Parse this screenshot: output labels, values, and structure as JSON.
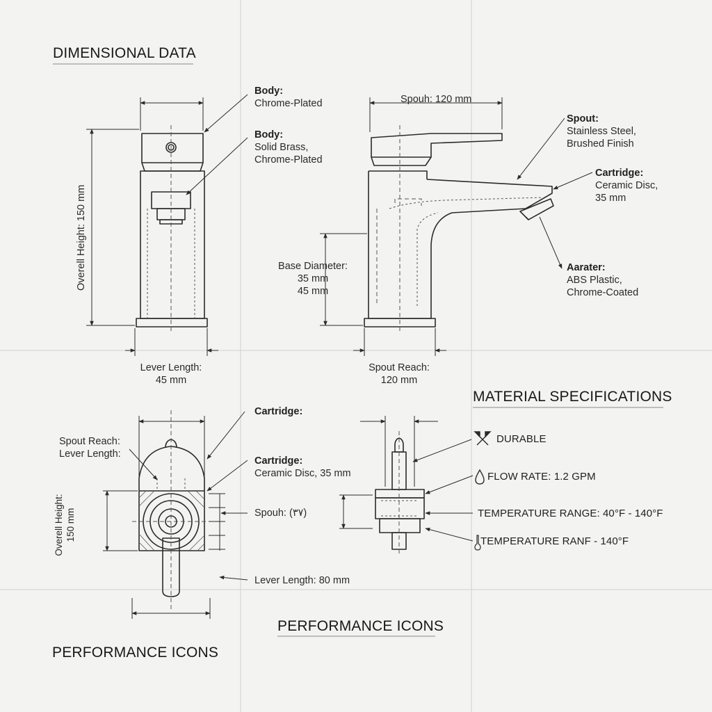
{
  "headings": {
    "dimensional_data": "DIMENSIONAL DATA",
    "material_specifications": "MATERIAL SPECIFICATIONS",
    "performance_icons_center": "PERFORMANCE ICONS",
    "performance_icons_left": "PERFORMANCE ICONS"
  },
  "front_view": {
    "overall_height": "Overell Height: 150 mm",
    "body_1": {
      "title": "Body:",
      "lines": [
        "Chrome-Plated"
      ]
    },
    "body_2": {
      "title": "Body:",
      "lines": [
        "Solid Brass,",
        "Chrome-Plated"
      ]
    },
    "lever_length": [
      "Lever Length:",
      "45 mm"
    ]
  },
  "side_view": {
    "spout_top": "Spouh: 120 mm",
    "spout": {
      "title": "Spout:",
      "lines": [
        "Stainless Steel,",
        "Brushed Finish"
      ]
    },
    "cartridge": {
      "title": "Cartridge:",
      "lines": [
        "Ceramic Disc,",
        "35 mm"
      ]
    },
    "aerator": {
      "title": "Aarater:",
      "lines": [
        "ABS Plastic,",
        "Chrome-Coated"
      ]
    },
    "base_diameter": [
      "Base Diameter:",
      "35 mm",
      "45 mm"
    ],
    "spout_reach": [
      "Spout Reach:",
      "120 mm"
    ]
  },
  "top_view": {
    "spout_reach": "Spout Reach:",
    "lever_length": "Lever Length:",
    "overall_height": [
      "Overell Height:",
      "150 mm"
    ],
    "cartridge_1": "Cartridge:",
    "cartridge_2": {
      "title": "Cartridge:",
      "lines": [
        "Ceramic Disc, 35 mm"
      ]
    },
    "spout": "Spouh: (٣٧)",
    "lever_length_bottom": "Lever Length: 80 mm"
  },
  "specs": [
    {
      "icon": "hammer-wrench-icon",
      "label": "DURABLE"
    },
    {
      "icon": "water-drop-icon",
      "label": "FLOW RATE: 1.2 GPM"
    },
    {
      "icon": "",
      "label": "TEMPERATURE RANGE: 40°F - 140°F"
    },
    {
      "icon": "thermometer-icon",
      "label": "TEMPERATURE RANF - 140°F"
    }
  ],
  "colors": {
    "line": "#2b2b2b",
    "grid": "#d0d0cc",
    "background": "#f3f3f1"
  }
}
